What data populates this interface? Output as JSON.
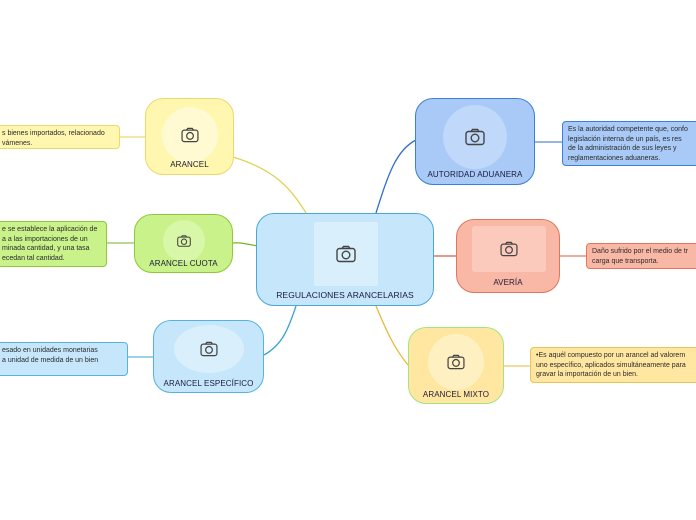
{
  "central": {
    "label": "REGULACIONES ARANCELARIAS"
  },
  "branches": {
    "arancel": {
      "label": "ARANCEL",
      "note": [
        "s bienes importados, relacionado",
        "vámenes."
      ]
    },
    "arancel_cuota": {
      "label": "ARANCEL CUOTA",
      "note": [
        "e se establece la aplicación de",
        "a a las importaciones de un",
        "minada cantidad, y una tasa",
        "ecedan tal cantidad."
      ]
    },
    "arancel_especifico": {
      "label": "ARANCEL ESPECÍFICO",
      "note": [
        "esado en unidades monetarias",
        "a unidad de medida de un bien"
      ]
    },
    "autoridad_aduanera": {
      "label": "AUTORIDAD ADUANERA",
      "note": [
        "Es la autoridad competente que, confo",
        "legislación interna de un país, es res",
        "de la administración de sus leyes y",
        "reglamentaciones aduaneras."
      ]
    },
    "averia": {
      "label": "AVERÍA",
      "note": [
        "Daño sufrido por el medio de tr",
        "carga que transporta."
      ]
    },
    "arancel_mixto": {
      "label": "ARANCEL MIXTO",
      "note": [
        "•Es aquél compuesto por un arancel ad valorem",
        "uno específico, aplicados simultáneamente para",
        "gravar la importación de un bien."
      ]
    }
  },
  "colors": {
    "central_fill": "#c6e7fb",
    "central_border": "#4aa8d8",
    "arancel_fill": "#fff6b0",
    "arancel_border": "#ecd96b",
    "arancel_line": "#e3d055",
    "cuota_fill": "#c9f28a",
    "cuota_border": "#8fc83a",
    "cuota_line": "#76b52a",
    "especifico_fill": "#c6e7fb",
    "especifico_border": "#56b3df",
    "especifico_line": "#3aa3d3",
    "aduanera_fill": "#a9c9f6",
    "aduanera_border": "#3c7fd6",
    "aduanera_line": "#2c6fc9",
    "averia_fill": "#f9b7a6",
    "averia_border": "#e2765c",
    "averia_line": "#d65c3f",
    "mixto_fill": "#ffe7a1",
    "mixto_border": "#a6e37f",
    "mixto_line": "#e8b93a"
  },
  "icons": {
    "image_placeholder": "camera-icon"
  }
}
